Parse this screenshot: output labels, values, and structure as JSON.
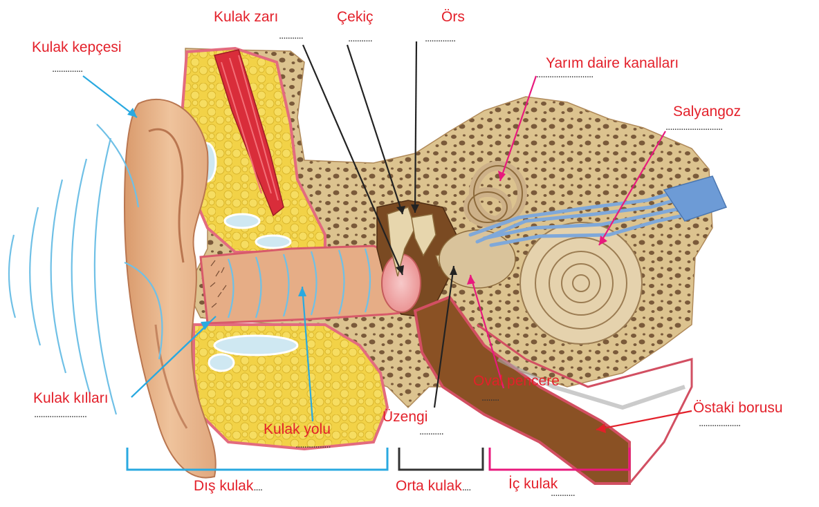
{
  "labels": {
    "pinna": "Kulak kepçesi",
    "eardrum": "Kulak zarı",
    "hammer": "Çekiç",
    "anvil": "Örs",
    "canals": "Yarım daire kanalları",
    "cochlea": "Salyangoz",
    "hairs": "Kulak kılları",
    "ear_canal": "Kulak yolu",
    "stirrup": "Üzengi",
    "oval_window": "Oval pencere",
    "eustachian": "Östaki borusu",
    "outer_ear": "Dış kulak",
    "middle_ear": "Orta kulak",
    "inner_ear": "İç kulak"
  },
  "blanks": {
    "pinna": "..............",
    "eardrum": "...........",
    "hammer": "...........",
    "anvil": "..............",
    "canals": "..........................",
    "cochlea": "..........................",
    "hairs": "........................",
    "ear_canal": "................",
    "stirrup": "...........",
    "oval_window": "........",
    "eustachian": "...................",
    "outer_ear": "....",
    "middle_ear": "....",
    "inner_ear": "..........."
  },
  "colors": {
    "label_text": "#e3202a",
    "outer_ear_bracket": "#29a9e0",
    "middle_ear_bracket": "#333333",
    "inner_ear_bracket": "#e8197d",
    "skin": "#e9b48a",
    "bone": "#dcc38f",
    "fat": "#f2d247"
  }
}
